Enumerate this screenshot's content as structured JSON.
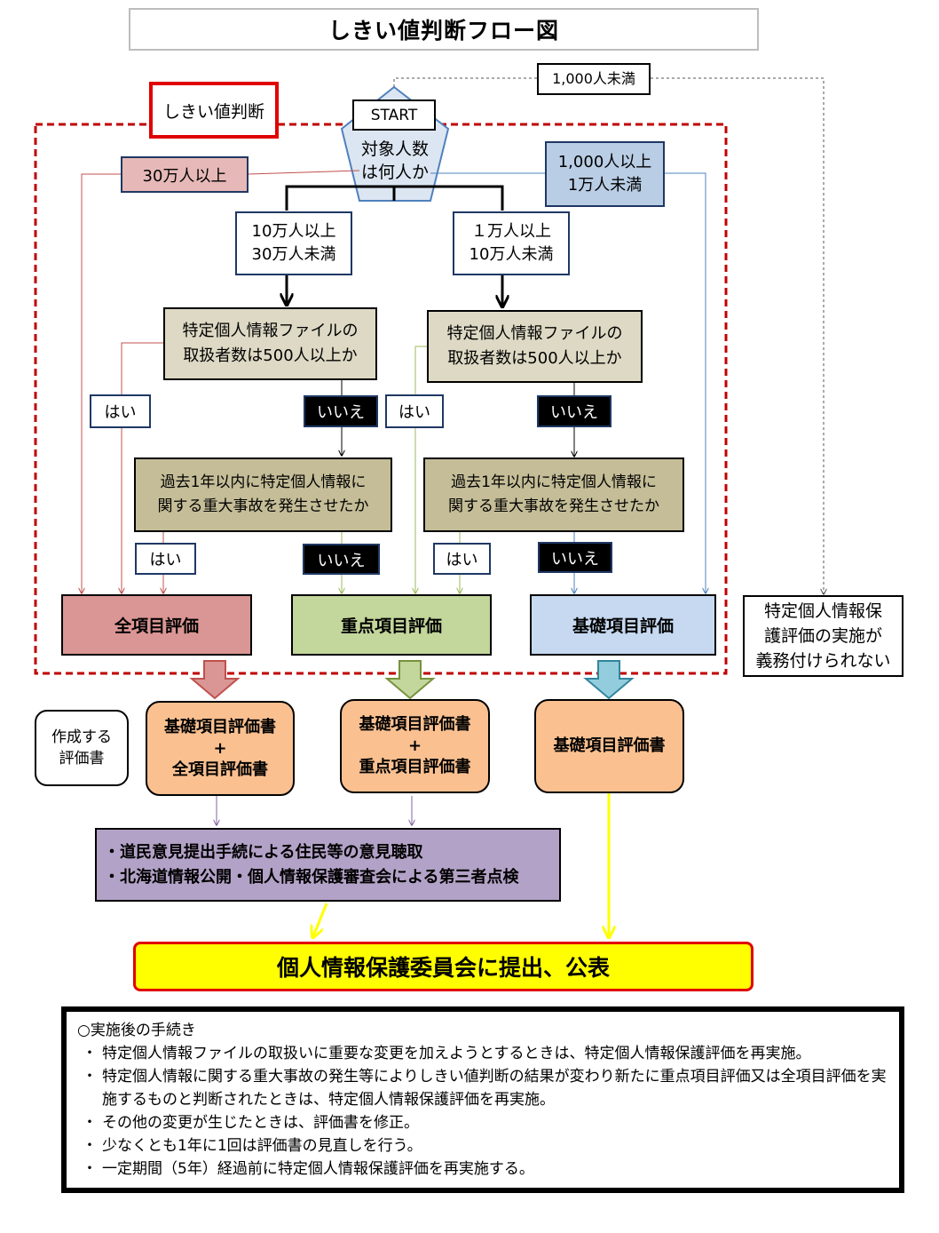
{
  "title": "しきい値判断フロー図",
  "threshold_label": "しきい値判断",
  "start": "START",
  "question_count": "対象人数\nは何人か",
  "branch_under1000": "1,000人未満",
  "branch_300k_plus": "30万人以上",
  "branch_1000_10000": "1,000人以上\n1万人未満",
  "branch_100k_300k": "10万人以上\n30万人未満",
  "branch_10k_100k": "１万人以上\n10万人未満",
  "q_handlers_left": "特定個人情報ファイルの\n取扱者数は500人以上か",
  "q_handlers_right": "特定個人情報ファイルの\n取扱者数は500人以上か",
  "q_accident_left": "過去1年以内に特定個人情報に\n関する重大事故を発生させたか",
  "q_accident_right": "過去1年以内に特定個人情報に\n関する重大事故を発生させたか",
  "yes": "はい",
  "no": "いいえ",
  "result_full": "全項目評価",
  "result_key": "重点項目評価",
  "result_basic": "基礎項目評価",
  "not_required": "特定個人情報保\n護評価の実施が\n義務付けられない",
  "docs_label": "作成する\n評価書",
  "doc_full": "基礎項目評価書\n+\n全項目評価書",
  "doc_key": "基礎項目評価書\n+\n重点項目評価書",
  "doc_basic": "基礎項目評価書",
  "procedures": [
    "・道民意見提出手続による住民等の意見聴取",
    "・北海道情報公開・個人情報保護審査会による第三者点検"
  ],
  "submit": "個人情報保護委員会に提出、公表",
  "after": {
    "heading": "○実施後の手続き",
    "bullet": "・",
    "items": [
      "特定個人情報ファイルの取扱いに重要な変更を加えようとするときは、特定個人情報保護評価を再実施。",
      "特定個人情報に関する重大事故の発生等によりしきい値判断の結果が変わり新たに重点項目評価又は全項目評価を実施するものと判断されたときは、特定個人情報保護評価を再実施。",
      "その他の変更が生じたときは、評価書を修正。",
      "少なくとも1年に1回は評価書の見直しを行う。",
      "一定期間（5年）経過前に特定個人情報保護評価を再実施する。"
    ]
  },
  "colors": {
    "red_frame": "#c00000",
    "pink": "#e6b9b8",
    "blue_label": "#b9cde5",
    "beige": "#ddd9c4",
    "khaki": "#c4bd97",
    "full": "#da9694",
    "key": "#c3d69b",
    "basic": "#c6d9f1",
    "doc": "#fac090",
    "purple": "#b3a2c7",
    "yellow": "#ffff00"
  }
}
